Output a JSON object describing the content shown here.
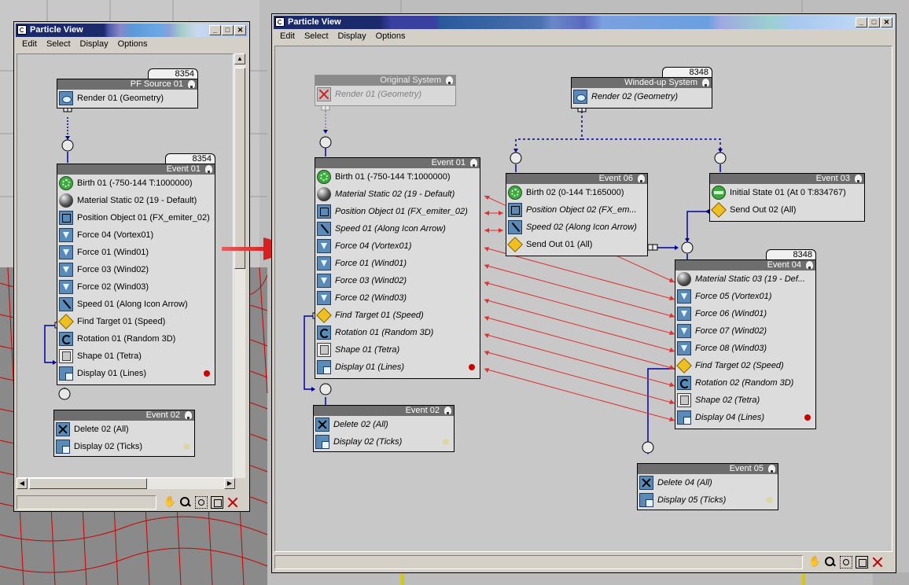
{
  "colors": {
    "window_face": "#d4d0c8",
    "canvas": "#c8c8c8",
    "node_header": "#6e6e6e",
    "wire_blue": "#0000a0",
    "link_red": "#e03030",
    "render_red": "#cc0000",
    "viewport_grid": "#cc0000"
  },
  "left_window": {
    "title": "Particle View",
    "menu": [
      "Edit",
      "Select",
      "Display",
      "Options"
    ],
    "nodes": {
      "pf_source": {
        "tab": "8354",
        "header": "PF Source 01",
        "ops": [
          {
            "icon": "render-icon",
            "label": "Render 01 (Geometry)"
          }
        ]
      },
      "event01": {
        "tab": "8354",
        "header": "Event 01",
        "ops": [
          {
            "icon": "birth-icon",
            "label": "Birth 01 (-750-144 T:1000000)"
          },
          {
            "icon": "material-icon",
            "label": "Material Static 02 (19 - Default)"
          },
          {
            "icon": "position-icon",
            "label": "Position Object 01 (FX_emiter_02)"
          },
          {
            "icon": "force-icon",
            "label": "Force 04 (Vortex01)"
          },
          {
            "icon": "force-icon",
            "label": "Force 01 (Wind01)"
          },
          {
            "icon": "force-icon",
            "label": "Force 03 (Wind02)"
          },
          {
            "icon": "force-icon",
            "label": "Force 02 (Wind03)"
          },
          {
            "icon": "speed-icon",
            "label": "Speed 01 (Along Icon Arrow)"
          },
          {
            "icon": "find-target-icon",
            "label": "Find Target 01 (Speed)"
          },
          {
            "icon": "rotation-icon",
            "label": "Rotation 01 (Random 3D)"
          },
          {
            "icon": "shape-icon",
            "label": "Shape 01 (Tetra)"
          },
          {
            "icon": "display-icon",
            "label": "Display 01 (Lines)"
          }
        ]
      },
      "event02": {
        "header": "Event 02",
        "ops": [
          {
            "icon": "delete-icon",
            "label": "Delete 02 (All)"
          },
          {
            "icon": "display-icon",
            "label": "Display 02 (Ticks)"
          }
        ]
      }
    }
  },
  "right_window": {
    "title": "Particle View",
    "menu": [
      "Edit",
      "Select",
      "Display",
      "Options"
    ],
    "nodes": {
      "original": {
        "header": "Original System",
        "ops": [
          {
            "icon": "render-disabled-icon",
            "label": "Render 01 (Geometry)"
          }
        ]
      },
      "winded": {
        "tab": "8348",
        "header": "Winded-up System",
        "ops": [
          {
            "icon": "render-icon",
            "label": "Render 02 (Geometry)"
          }
        ]
      },
      "event01": {
        "header": "Event 01",
        "ops": [
          {
            "icon": "birth-icon",
            "label": "Birth 01 (-750-144 T:1000000)"
          },
          {
            "icon": "material-icon",
            "label": "Material Static 02 (19 - Default)"
          },
          {
            "icon": "position-icon",
            "label": "Position Object 01 (FX_emiter_02)"
          },
          {
            "icon": "speed-icon",
            "label": "Speed 01 (Along Icon Arrow)"
          },
          {
            "icon": "force-icon",
            "label": "Force 04 (Vortex01)"
          },
          {
            "icon": "force-icon",
            "label": "Force 01 (Wind01)"
          },
          {
            "icon": "force-icon",
            "label": "Force 03 (Wind02)"
          },
          {
            "icon": "force-icon",
            "label": "Force 02 (Wind03)"
          },
          {
            "icon": "find-target-icon",
            "label": "Find Target 01 (Speed)"
          },
          {
            "icon": "rotation-icon",
            "label": "Rotation 01 (Random 3D)"
          },
          {
            "icon": "shape-icon",
            "label": "Shape 01 (Tetra)"
          },
          {
            "icon": "display-icon",
            "label": "Display 01 (Lines)"
          }
        ]
      },
      "event02": {
        "header": "Event 02",
        "ops": [
          {
            "icon": "delete-icon",
            "label": "Delete 02 (All)"
          },
          {
            "icon": "display-icon",
            "label": "Display 02 (Ticks)"
          }
        ]
      },
      "event06": {
        "header": "Event 06",
        "ops": [
          {
            "icon": "birth-icon",
            "label": "Birth 02 (0-144 T:165000)"
          },
          {
            "icon": "position-icon",
            "label": "Position Object 02 (FX_em..."
          },
          {
            "icon": "speed-icon",
            "label": "Speed 02 (Along Icon Arrow)"
          },
          {
            "icon": "send-out-icon",
            "label": "Send Out 01 (All)"
          }
        ]
      },
      "event03": {
        "header": "Event 03",
        "ops": [
          {
            "icon": "initial-state-icon",
            "label": "Initial State 01 (At 0 T:834767)"
          },
          {
            "icon": "send-out-icon",
            "label": "Send Out 02 (All)"
          }
        ]
      },
      "event04": {
        "tab": "8348",
        "header": "Event 04",
        "ops": [
          {
            "icon": "material-icon",
            "label": "Material Static 03 (19 - Def..."
          },
          {
            "icon": "force-icon",
            "label": "Force 05 (Vortex01)"
          },
          {
            "icon": "force-icon",
            "label": "Force 06 (Wind01)"
          },
          {
            "icon": "force-icon",
            "label": "Force 07 (Wind02)"
          },
          {
            "icon": "force-icon",
            "label": "Force 08 (Wind03)"
          },
          {
            "icon": "find-target-icon",
            "label": "Find Target 02 (Speed)"
          },
          {
            "icon": "rotation-icon",
            "label": "Rotation 02 (Random 3D)"
          },
          {
            "icon": "shape-icon",
            "label": "Shape 02 (Tetra)"
          },
          {
            "icon": "display-icon",
            "label": "Display 04 (Lines)"
          }
        ]
      },
      "event05": {
        "header": "Event 05",
        "ops": [
          {
            "icon": "delete-icon",
            "label": "Delete 04 (All)"
          },
          {
            "icon": "display-icon",
            "label": "Display 05 (Ticks)"
          }
        ]
      }
    }
  }
}
